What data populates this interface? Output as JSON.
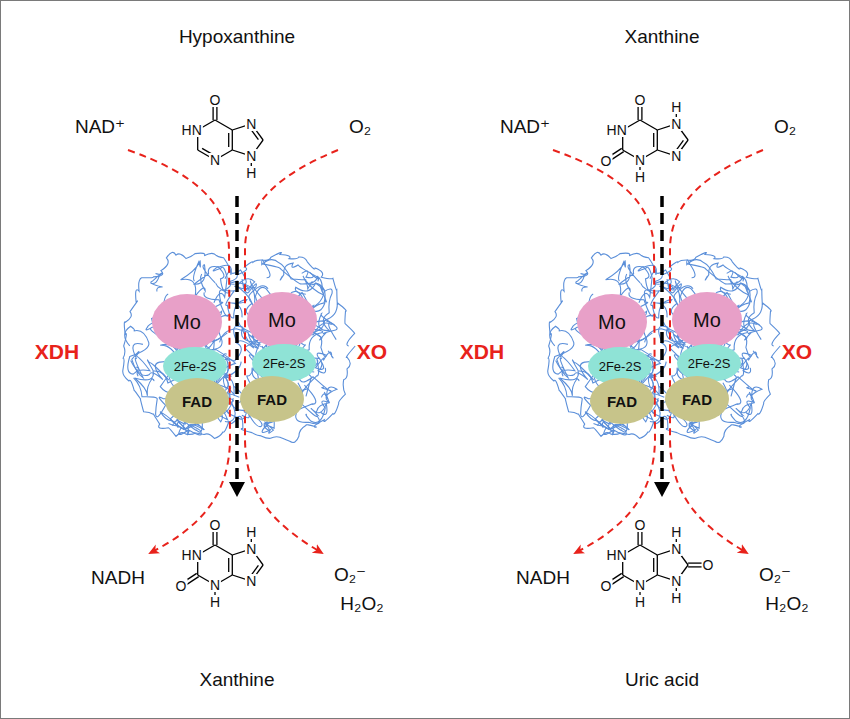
{
  "diagram": {
    "nodes": [
      {
        "text": [
          "Mo"
        ]
      },
      {
        "text": [
          "Mo"
        ]
      },
      {
        "text": [
          "2Fe-2S"
        ]
      },
      {
        "text": [
          "2Fe-2S"
        ]
      },
      {
        "text": [
          "FAD"
        ]
      },
      {
        "text": [
          "FAD"
        ]
      },
      {
        "text": [
          "Mo"
        ]
      },
      {
        "text": [
          "Mo"
        ]
      },
      {
        "text": [
          "2Fe-2S"
        ]
      },
      {
        "text": [
          "2Fe-2S"
        ]
      },
      {
        "text": [
          "FAD"
        ]
      },
      {
        "text": [
          "FAD"
        ]
      }
    ],
    "labels": [
      "Hypoxanthine",
      "Xanthine",
      "NAD⁺",
      "O₂",
      "NAD⁺",
      "O₂",
      "O",
      "HN",
      "N",
      "N",
      "N",
      "H",
      "O",
      "H",
      "N",
      "HN",
      "N",
      "O",
      "N",
      "H",
      "XDH",
      "XO",
      "XDH",
      "XO",
      "NADH",
      "O₂⁻",
      "H₂O₂",
      "NADH",
      "O₂⁻",
      "H₂O₂",
      "O",
      "H",
      "N",
      "HN",
      "N",
      "O",
      "N",
      "H",
      "O",
      "H",
      "N",
      "HN",
      "O",
      "N",
      "O",
      "N",
      "H",
      "H",
      "Xanthine",
      "Uric acid"
    ]
  }
}
